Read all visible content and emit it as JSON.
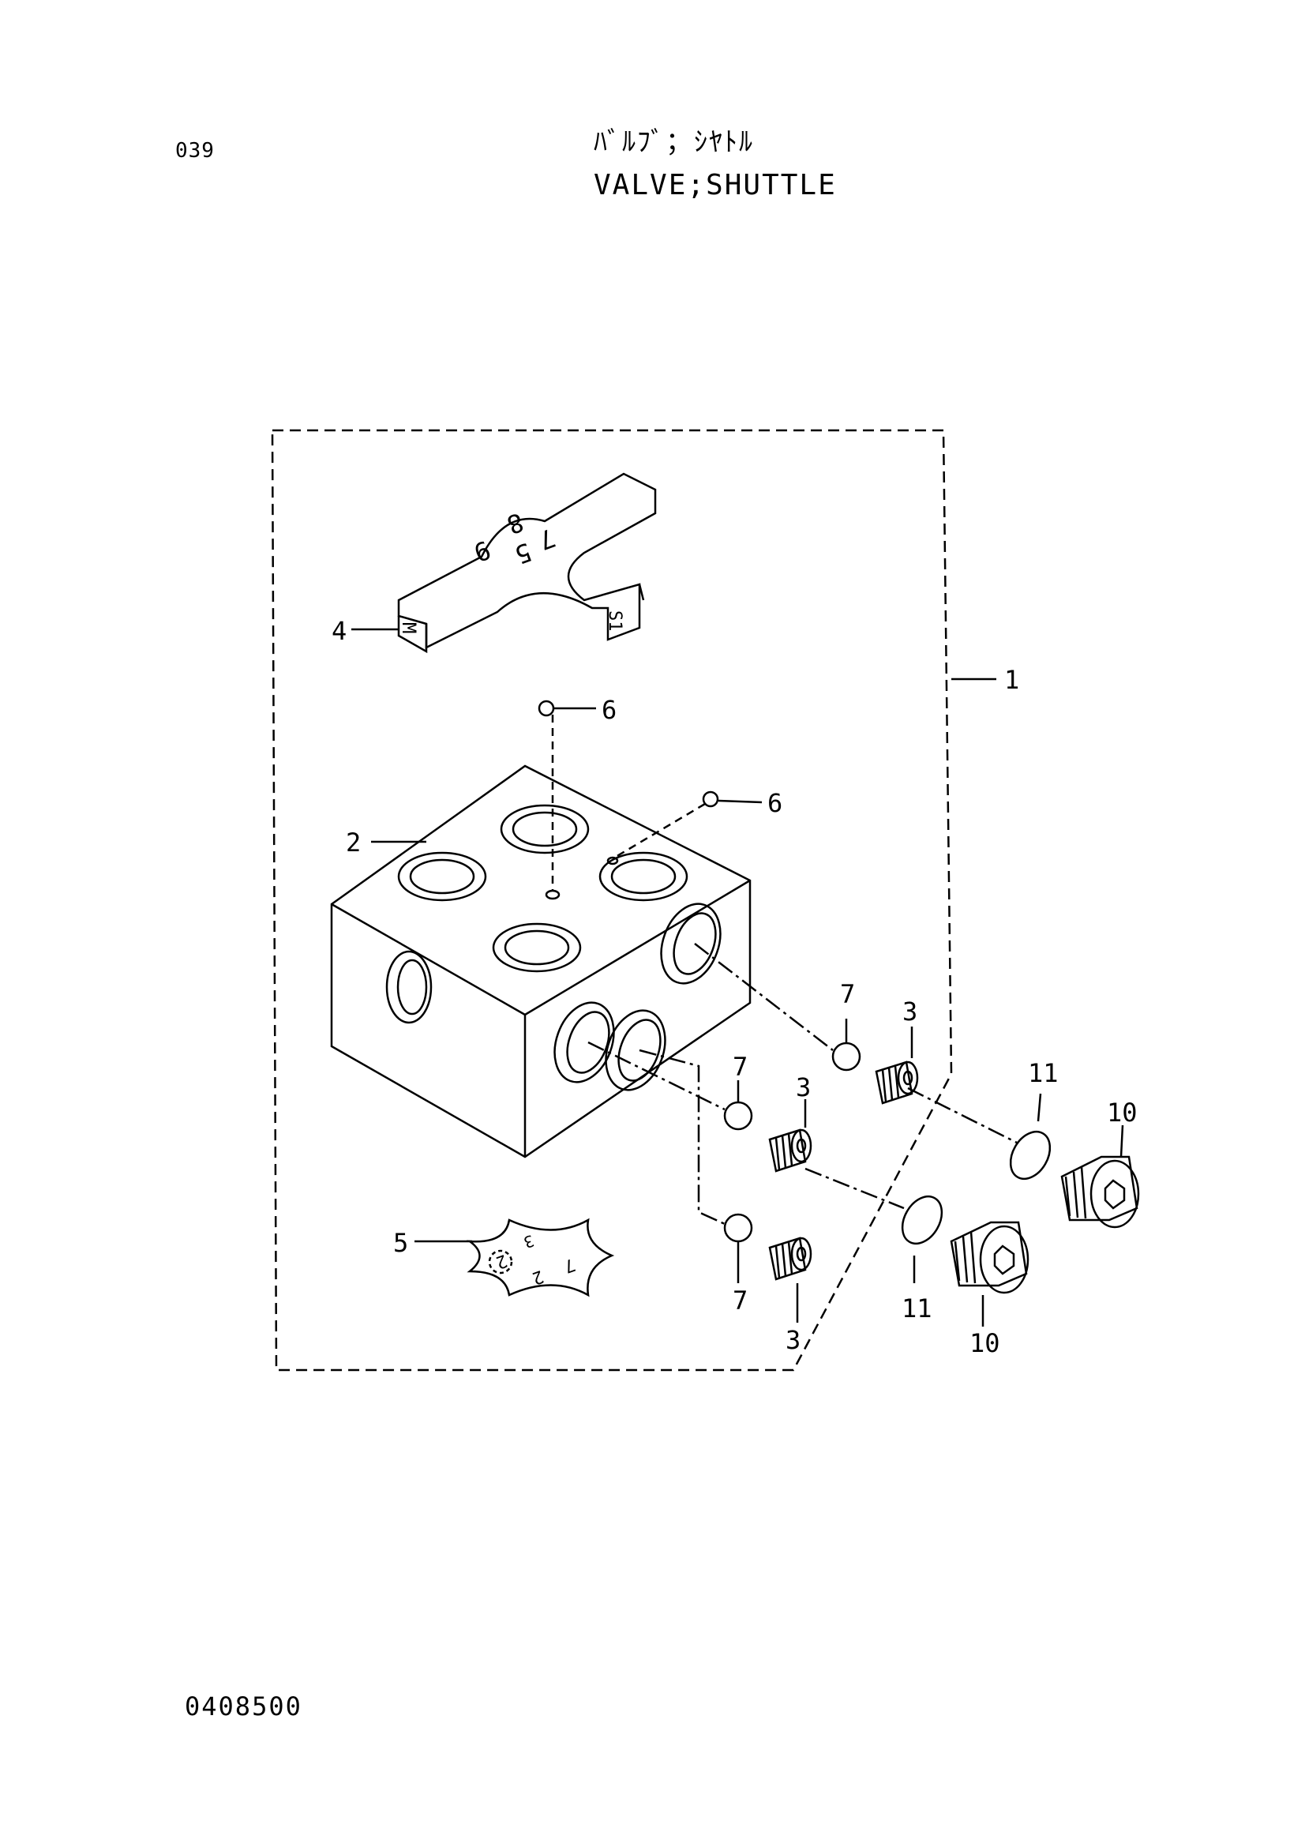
{
  "header": {
    "page_number": "039",
    "title_jp": "ﾊﾞﾙﾌﾞ；ｼﾔﾄﾙ",
    "title_en": "VALVE;SHUTTLE"
  },
  "footer": {
    "drawing_code": "0408500"
  },
  "callouts": {
    "c1": "1",
    "c2": "2",
    "c3a": "3",
    "c3b": "3",
    "c3c": "3",
    "c4": "4",
    "c5": "5",
    "c6a": "6",
    "c6b": "6",
    "c7a": "7",
    "c7b": "7",
    "c7c": "7",
    "c10a": "10",
    "c10b": "10",
    "c11a": "11",
    "c11b": "11"
  },
  "plate_4": {
    "marks": [
      "9",
      "5",
      "7",
      "8",
      "M",
      "S1"
    ]
  },
  "plate_5": {
    "marks": [
      "2",
      "3",
      "7",
      "2"
    ]
  }
}
